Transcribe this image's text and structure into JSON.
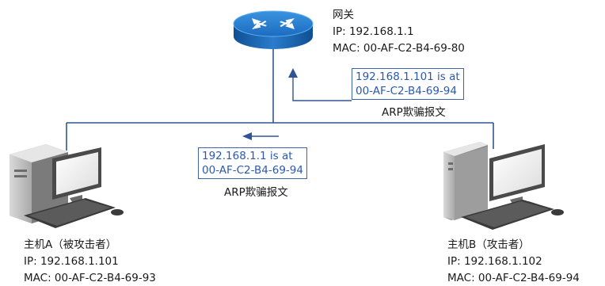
{
  "gateway": {
    "name": "网关",
    "ip": "IP: 192.168.1.1",
    "mac": "MAC: 00-AF-C2-B4-69-80",
    "icon": "router-icon"
  },
  "host_a": {
    "name": "主机A（被攻击者）",
    "ip": "IP: 192.168.1.101",
    "mac": "MAC: 00-AF-C2-B4-69-93",
    "icon": "desktop-computer-icon"
  },
  "host_b": {
    "name": "主机B（攻击者）",
    "ip": "IP: 192.168.1.102",
    "mac": "MAC: 00-AF-C2-B4-69-94",
    "icon": "desktop-computer-icon"
  },
  "packet_to_gateway": {
    "line1": "192.168.1.101 is at",
    "line2": "00-AF-C2-B4-69-94",
    "caption": "ARP欺骗报文"
  },
  "packet_to_host_a": {
    "line1": "192.168.1.1 is at",
    "line2": "00-AF-C2-B4-69-94",
    "caption": "ARP欺骗报文"
  },
  "colors": {
    "network_line": "#2f5597",
    "arrow": "#2f5597",
    "box_text": "#2b58b3",
    "router_body": "#1f6fc1"
  }
}
